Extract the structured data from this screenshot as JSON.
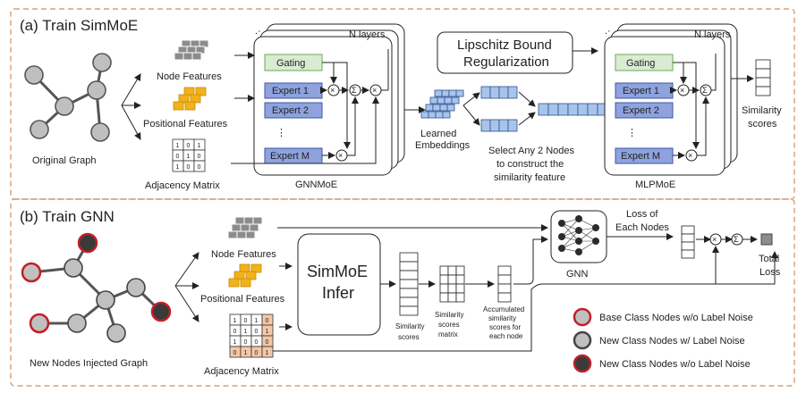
{
  "panel_a": {
    "title": "(a) Train SimMoE",
    "original_graph": "Original Graph",
    "node_features": "Node Features",
    "positional_features": "Positional Features",
    "adjacency_matrix": "Adjacency Matrix",
    "gnnmoe": {
      "label": "GNNMoE",
      "n_layers": "N layers",
      "gating": "Gating",
      "expert_1": "Expert 1",
      "expert_2": "Expert 2",
      "dots": "⋮",
      "expert_m": "Expert M"
    },
    "lipschitz": [
      "Lipschitz Bound",
      "Regularization"
    ],
    "learned_embeddings": [
      "Learned",
      "Embeddings"
    ],
    "select_nodes": [
      "Select Any 2 Nodes",
      "to construct the",
      "similarity feature"
    ],
    "mlpmoe": {
      "label": "MLPMoE",
      "n_layers": "N layers",
      "gating": "Gating",
      "expert_1": "Expert 1",
      "expert_2": "Expert 2",
      "dots": "⋮",
      "expert_m": "Expert M"
    },
    "similarity_scores": [
      "Similarity",
      "scores"
    ],
    "adj_matrix_values": [
      [
        "1",
        "0",
        "1"
      ],
      [
        "0",
        "1",
        "0"
      ],
      [
        "1",
        "0",
        "0"
      ]
    ]
  },
  "panel_b": {
    "title": "(b) Train GNN",
    "node_features": "Node Features",
    "positional_features": "Positional Features",
    "adjacency_matrix": "Adjacency Matrix",
    "injected_graph": "New Nodes Injected Graph",
    "simmoe_infer": [
      "SimMoE",
      "Infer"
    ],
    "similarity_scores": [
      "Similarity",
      "scores"
    ],
    "similarity_scores_matrix": [
      "Similarity",
      "scores",
      "matrix"
    ],
    "accumulated": [
      "Accumulated",
      "similarity",
      "scores for",
      "each node"
    ],
    "gnn": "GNN",
    "loss_each_nodes": [
      "Loss of",
      "Each Nodes"
    ],
    "total_loss": [
      "Total",
      "Loss"
    ],
    "adj_matrix_values": [
      [
        "1",
        "0",
        "1",
        "0"
      ],
      [
        "0",
        "1",
        "0",
        "1"
      ],
      [
        "1",
        "0",
        "0",
        "0"
      ],
      [
        "0",
        "1",
        "0",
        "1"
      ]
    ],
    "legend": [
      {
        "label": "Base Class Nodes w/o Label Noise",
        "fill": "#c0c0c0",
        "stroke": "#c0202a"
      },
      {
        "label": "New Class Nodes w/ Label Noise",
        "fill": "#c0c0c0",
        "stroke": "#444444"
      },
      {
        "label": "New Class Nodes w/o Label Noise",
        "fill": "#3a3a3a",
        "stroke": "#c0202a"
      }
    ]
  },
  "colors": {
    "dashed_border": "#d9a074",
    "gating_fill": "#d9ecd3",
    "gating_stroke": "#6aa84f",
    "expert_fill": "#8ea2de",
    "expert_stroke": "#3c55a6",
    "node_fill": "#bfbfbf",
    "node_stroke": "#555555",
    "orange_fill": "#f2b21c",
    "feature_gray": "#8c8c8c",
    "embedding_blue": "#a9c4eb",
    "adj_orange": "#f4c7a7"
  }
}
